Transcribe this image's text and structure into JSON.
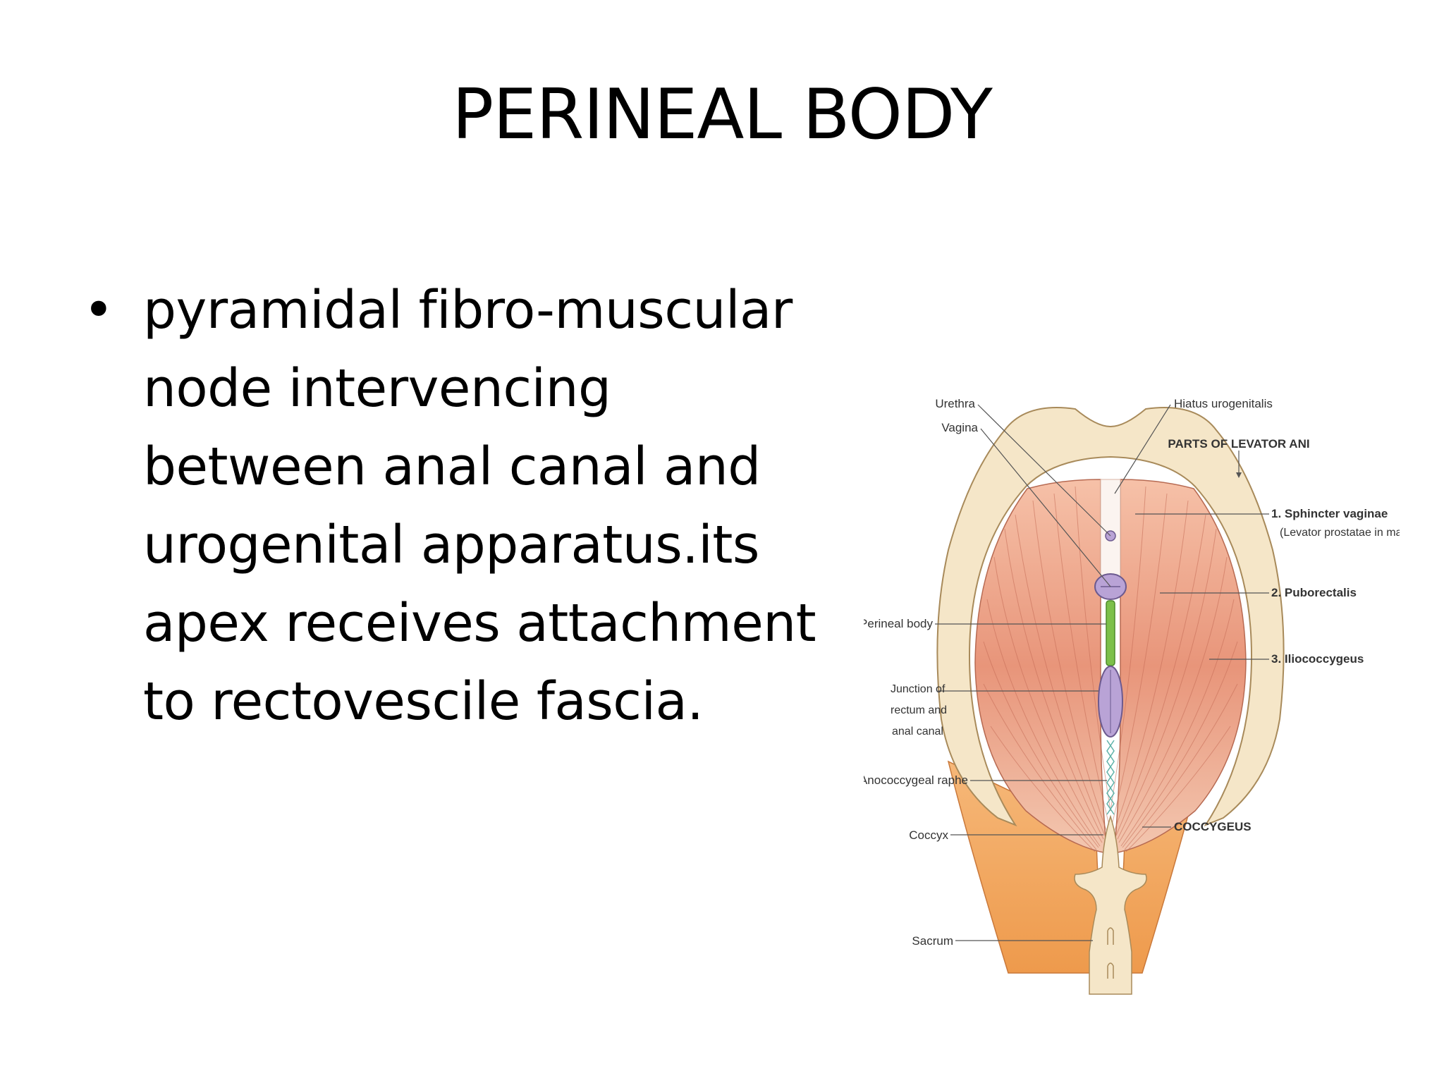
{
  "slide": {
    "title": "PERINEAL BODY",
    "bullet": "pyramidal fibro-muscular node intervencing between anal canal and urogenital apparatus.its apex receives attachment to rectovescile fascia."
  },
  "figure": {
    "labels": {
      "urethra": "Urethra",
      "vagina": "Vagina",
      "hiatus": "Hiatus urogenitalis",
      "parts_heading": "PARTS OF LEVATOR ANI",
      "sphincter": "1. Sphincter vaginae",
      "sphincter_note": "(Levator prostatae in male)",
      "puborectalis": "2. Puborectalis",
      "iliococcygeus": "3. Iliococcygeus",
      "perineal_body": "Perineal body",
      "junction_1": "Junction of",
      "junction_2": "rectum and",
      "junction_3": "anal canal",
      "raphe": "Anococcygeal raphe",
      "coccyx": "Coccyx",
      "coccygeus": "COCCYGEUS",
      "sacrum": "Sacrum"
    },
    "colors": {
      "bone": "#f5e6c8",
      "muscle": "#e9967a",
      "coccygeus_muscle": "#f0a35e",
      "perineal_body": "#7cc04a",
      "anal_canal": "#b9a3d6",
      "raphe": "#7fd1c9"
    }
  }
}
